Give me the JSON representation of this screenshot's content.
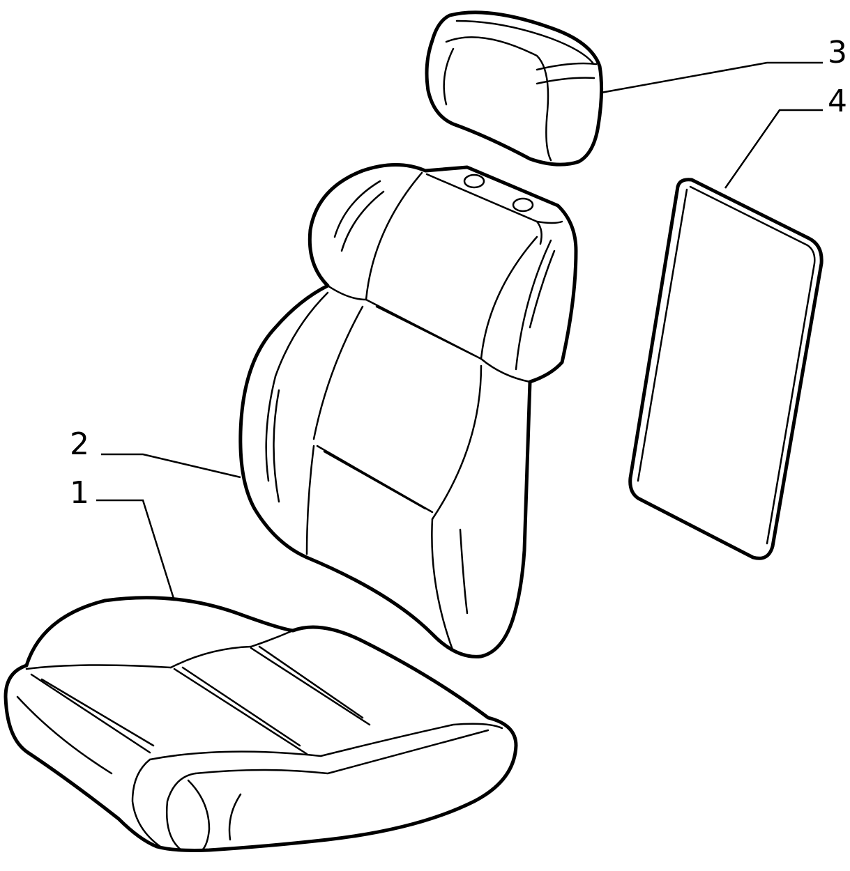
{
  "callouts": [
    {
      "id": "1",
      "label": "1",
      "part": "seat-cushion"
    },
    {
      "id": "2",
      "label": "2",
      "part": "seat-backrest"
    },
    {
      "id": "3",
      "label": "3",
      "part": "headrest"
    },
    {
      "id": "4",
      "label": "4",
      "part": "backrest-rear-panel"
    }
  ],
  "colors": {
    "line": "#000000",
    "background": "#ffffff"
  }
}
